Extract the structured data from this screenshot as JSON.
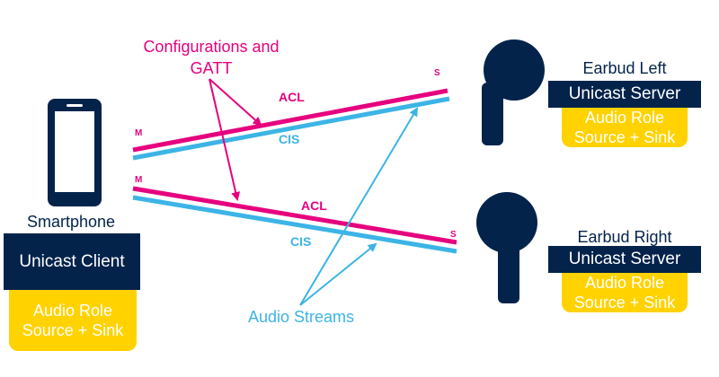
{
  "smartphone": {
    "name": "Smartphone",
    "role": "Unicast Client",
    "audio_role_line1": "Audio Role",
    "audio_role_line2": "Source + Sink"
  },
  "earbud_left": {
    "name": "Earbud Left",
    "role": "Unicast Server",
    "audio_role_line1": "Audio Role",
    "audio_role_line2": "Source + Sink"
  },
  "earbud_right": {
    "name": "Earbud Right",
    "role": "Unicast Server",
    "audio_role_line1": "Audio Role",
    "audio_role_line2": "Source + Sink"
  },
  "links": {
    "upper_acl": "ACL",
    "upper_cis": "CIS",
    "lower_acl": "ACL",
    "lower_cis": "CIS",
    "upper_master": "M",
    "upper_slave": "S",
    "lower_master": "M",
    "lower_slave": "S"
  },
  "annotations": {
    "config_line1": "Configurations and",
    "config_line2": "GATT",
    "audio_streams": "Audio Streams"
  },
  "colors": {
    "navy": "#03234b",
    "pink": "#e6007e",
    "blue": "#3cb4e6",
    "yellow": "#ffd200"
  }
}
